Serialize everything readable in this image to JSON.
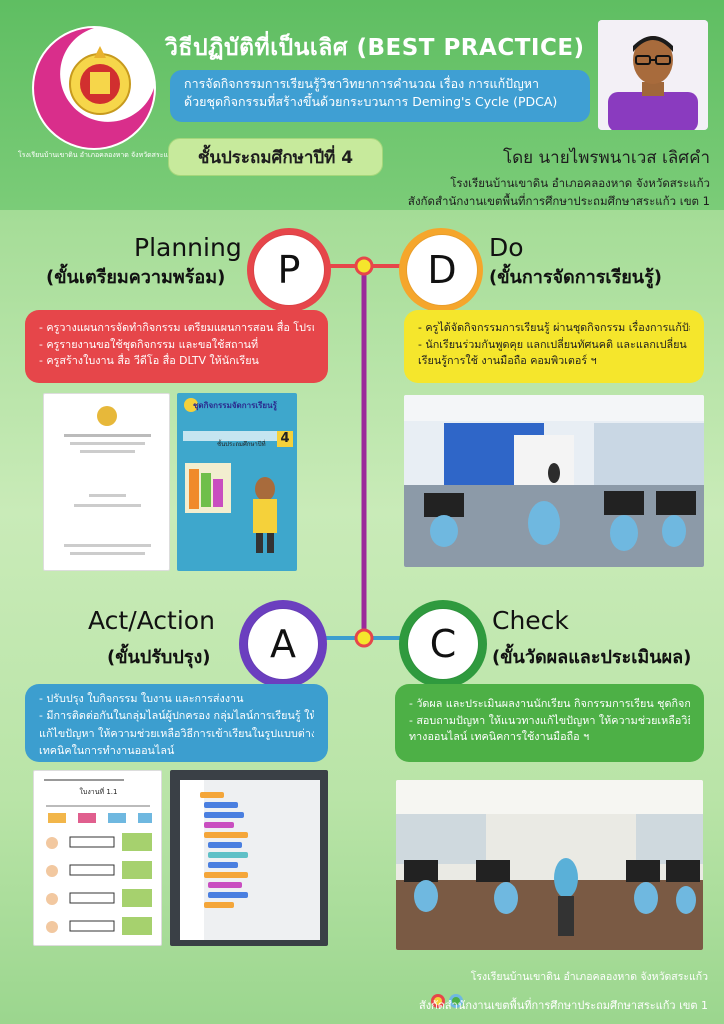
{
  "header": {
    "title": "วิธีปฏิบัติที่เป็นเลิศ (BEST PRACTICE)",
    "subtitle_line1": "การจัดกิจกรรมการเรียนรู้วิชาวิทยาการคำนวณ เรื่อง การแก้ปัญหา",
    "subtitle_line2": "ด้วยชุดกิจกรรมที่สร้างขึ้นด้วยกระบวนการ Deming's Cycle (PDCA)",
    "grade": "ชั้นประถมศึกษาปีที่ 4",
    "author": "โดย นายไพรพนาเวส เลิศคำ",
    "school": "โรงเรียนบ้านเขาดิน อำเภอคลองหาด จังหวัดสระแก้ว",
    "office": "สังกัดสำนักงานเขตพื้นที่การศึกษาประถมศึกษาสระแก้ว เขต 1",
    "logo_text": "โรงเรียนบ้านเขาดิน อำเภอคลองหาด จังหวัดสระแก้ว"
  },
  "phases": {
    "plan": {
      "title": "Planning",
      "subtitle": "(ขั้นเตรียมความพร้อม)",
      "letter": "P",
      "items": [
        "- ครูวางแผนการจัดทำกิจกรรม เตรียมแผนการสอน สื่อ โปรแกรม",
        "- ครูรายงานขอใช้ชุดกิจกรรม และขอใช้สถานที่",
        "- ครูสร้างใบงาน สื่อ วีดีโอ สื่อ DLTV ให้นักเรียน"
      ]
    },
    "do": {
      "title": "Do",
      "subtitle": "(ขั้นการจัดการเรียนรู้)",
      "letter": "D",
      "items": [
        "- ครูได้จัดกิจกรรมการเรียนรู้ ผ่านชุดกิจกรรม เรื่องการแก้ปัญหา",
        "- นักเรียนร่วมกันพูดคุย แลกเปลี่ยนทัศนคติ และแลกเปลี่ยน",
        "เรียนรู้การใช้ งานมือถือ คอมพิวเตอร์ ฯ"
      ]
    },
    "act": {
      "title": "Act/Action",
      "subtitle": "(ขั้นปรับปรุง)",
      "letter": "A",
      "items": [
        "- ปรับปรุง ใบกิจกรรม ใบงาน และการส่งงาน",
        "- มีการติดต่อกันในกลุ่มไลน์ผู้ปกครอง กลุ่มไลน์การเรียนรู้ ให้แนวทาง",
        "แก้ไขปัญหา ให้ความช่วยเหลือวิธีการเข้าเรียนในรูปแบบต่างๆ รวมถึงวิธีการ",
        "เทคนิคในการทำงานออนไลน์"
      ]
    },
    "check": {
      "title": "Check",
      "subtitle": "(ขั้นวัดผลและประเมินผล)",
      "letter": "C",
      "items": [
        "- วัดผล และประเมินผลงานนักเรียน กิจกรรมการเรียน ชุดกิจกรรม",
        "- สอบถามปัญหา ให้แนวทางแก้ไขปัญหา ให้ความช่วยเหลือวิธีการเข้าเรียน",
        "ทางออนไลน์ เทคนิคการใช้งานมือถือ ฯ"
      ]
    }
  },
  "cover": {
    "kit_title": "ชุดกิจกรรมจัดการเรียนรู้",
    "grade_label": "ชั้นประถมศึกษาปีที่",
    "grade_number": "4"
  },
  "worksheet": {
    "title": "ใบงานที่ 1.1"
  },
  "footer": {
    "school": "โรงเรียนบ้านเขาดิน อำเภอคลองหาด จังหวัดสระแก้ว",
    "office": "สังกัดสำนักงานเขตพื้นที่การศึกษาประถมศึกษาสระแก้ว เขต 1"
  },
  "colors": {
    "plan": "#e6464a",
    "do": "#f5e62c",
    "act": "#3c9ecf",
    "check": "#4db046",
    "spine": "#9b2a9a"
  }
}
